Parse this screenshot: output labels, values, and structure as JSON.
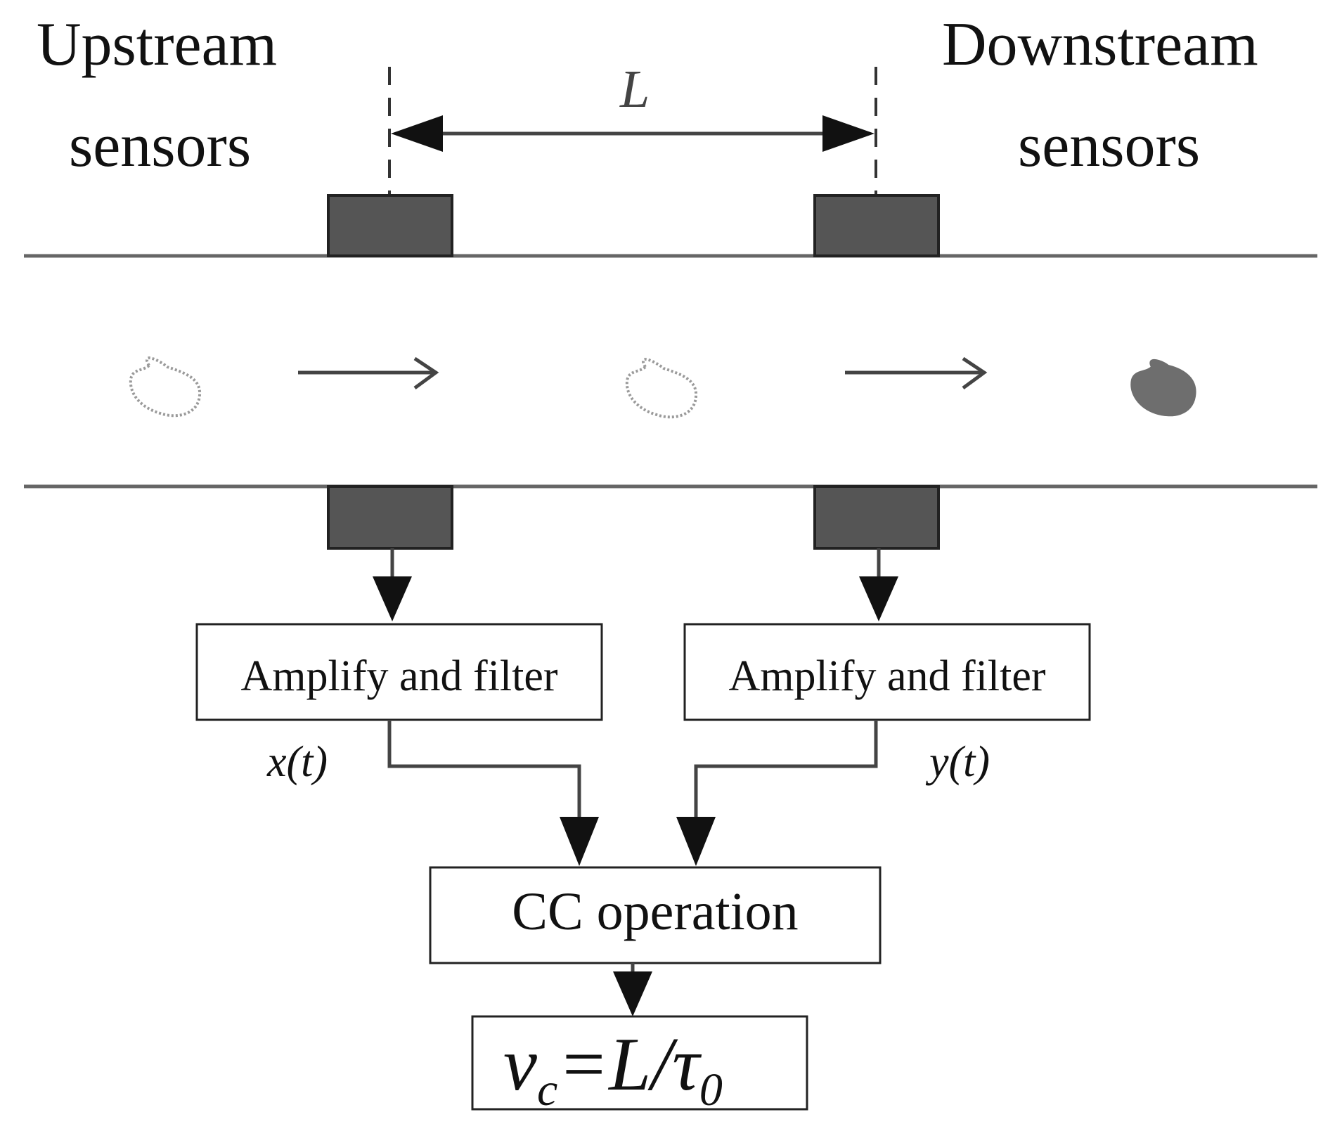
{
  "labels": {
    "upstream_line1": "Upstream",
    "upstream_line2": "sensors",
    "downstream_line1": "Downstream",
    "downstream_line2": "sensors",
    "spacing": "L",
    "signal_x": "x(t)",
    "signal_y": "y(t)"
  },
  "boxes": {
    "upstream_filter": "Amplify and filter",
    "downstream_filter": "Amplify and filter",
    "cc_operation": "CC operation"
  },
  "formula": {
    "lhs": "v",
    "lhs_sub": "c",
    "equals": "=",
    "numerator": "L",
    "slash": "/",
    "tau": "τ",
    "tau_sub": "0"
  },
  "colors": {
    "line": "#444444",
    "sensor_fill": "#555555",
    "particle_outline": "#9a9a9a",
    "particle_filled": "#6e6e6e"
  }
}
